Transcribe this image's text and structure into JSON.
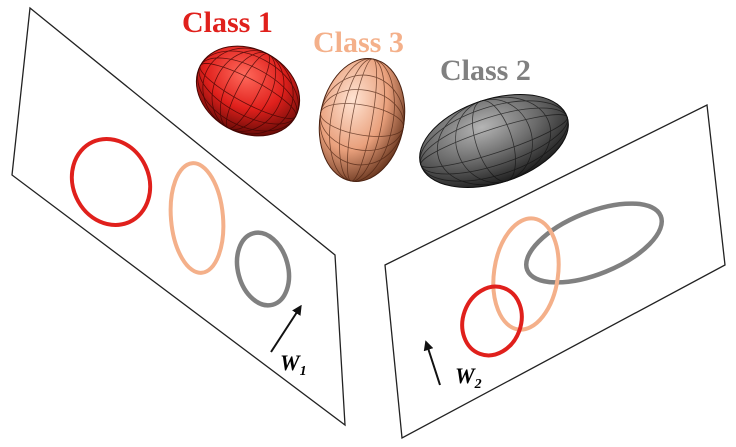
{
  "classes": [
    {
      "label": "Class 1",
      "color": "#e0201c",
      "shade_dark": "#6e0b08",
      "shade_light": "#ff5a50"
    },
    {
      "label": "Class 3",
      "color": "#f4b08a",
      "shade_dark": "#7a3f24",
      "shade_light": "#ffd9c4"
    },
    {
      "label": "Class 2",
      "color": "#8a8a8a",
      "shade_dark": "#1e1e1e",
      "shade_light": "#a8a8a8"
    }
  ],
  "projections": [
    {
      "vector_label": "W",
      "vector_subscript": "1"
    },
    {
      "vector_label": "W",
      "vector_subscript": "2"
    }
  ],
  "colors": {
    "plane_stroke": "#222222",
    "arrow": "#111111",
    "ring_red": "#e0201c",
    "ring_orange": "#f4b08a",
    "ring_gray": "#808080"
  }
}
